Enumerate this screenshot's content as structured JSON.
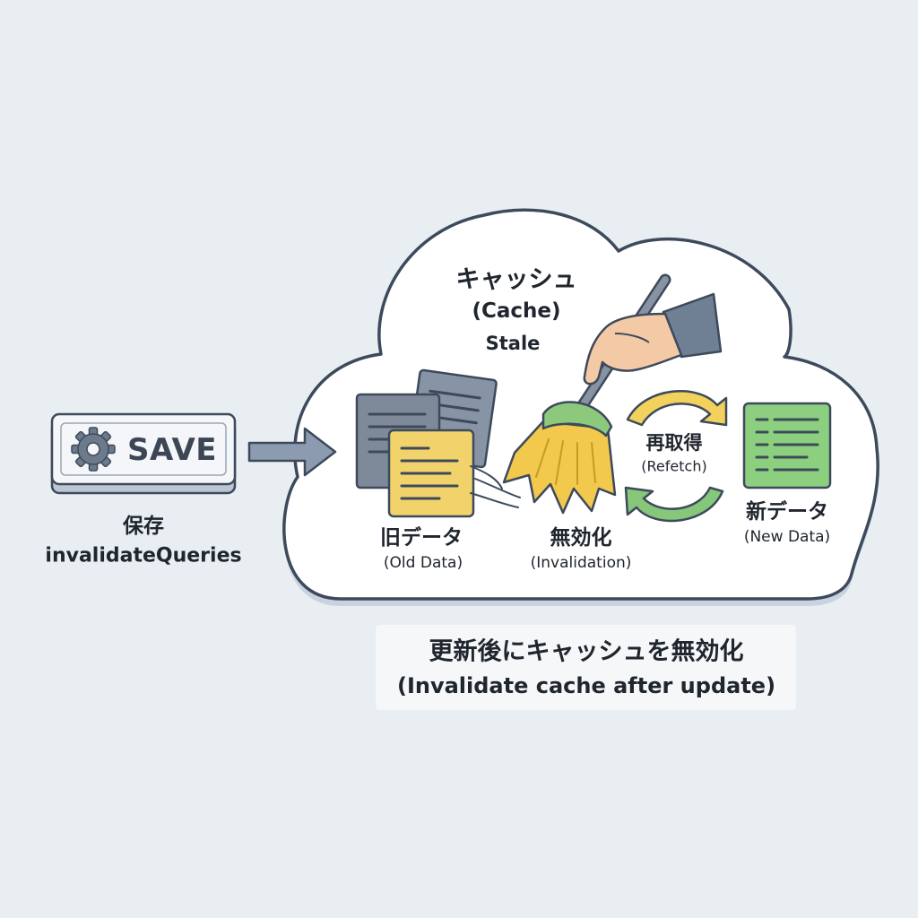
{
  "save_button": {
    "label": "SAVE"
  },
  "save_caption": {
    "jp": "保存",
    "en": "invalidateQueries"
  },
  "cache": {
    "title_jp": "キャッシュ",
    "title_en": "(Cache)",
    "status": "Stale"
  },
  "old_data": {
    "jp": "旧データ",
    "en": "(Old Data)"
  },
  "invalidation": {
    "jp": "無効化",
    "en": "(Invalidation)"
  },
  "refetch": {
    "jp": "再取得",
    "en": "(Refetch)"
  },
  "new_data": {
    "jp": "新データ",
    "en": "(New Data)"
  },
  "caption": {
    "jp": "更新後にキャッシュを無効化",
    "en": "(Invalidate cache after update)"
  },
  "colors": {
    "background": "#e9eef3",
    "outline": "#3d4a5c",
    "old_doc_yellow": "#f2d36b",
    "doc_gray": "#7e8a99",
    "new_doc_green": "#8ccf7e",
    "broom_green": "#8cc97c",
    "broom_yellow": "#f3c94d",
    "refetch_arrow_yellow": "#f2d25c",
    "refetch_arrow_green": "#86c77a",
    "sleeve": "#6f7f94",
    "skin": "#f4c9a6"
  },
  "icons": [
    "gear-icon",
    "right-arrow-icon",
    "document-stack-icon",
    "broom-icon",
    "hand-icon",
    "cycle-arrows-icon",
    "new-document-icon"
  ]
}
